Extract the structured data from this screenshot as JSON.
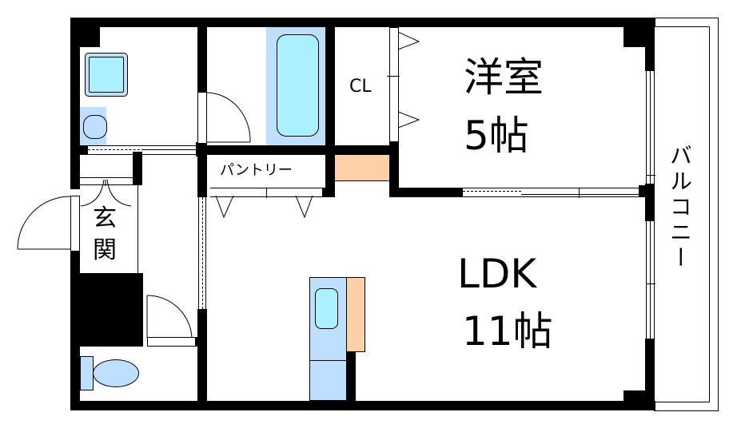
{
  "floor_plan": {
    "rooms": {
      "western_room": {
        "name": "洋室",
        "size": "5帖"
      },
      "ldk": {
        "name": "LDK",
        "size": "11帖"
      },
      "closet": {
        "name": "CL"
      },
      "pantry": {
        "name": "パントリー"
      },
      "entrance": {
        "name": "玄関"
      },
      "balcony": {
        "name": "バルコニー"
      }
    },
    "colors": {
      "wall": "#000000",
      "fixture_blue": "#bfdfff",
      "fixture_cyan": "#aaf0ff",
      "counter_orange": "#fdd0a8",
      "background": "#ffffff"
    }
  }
}
